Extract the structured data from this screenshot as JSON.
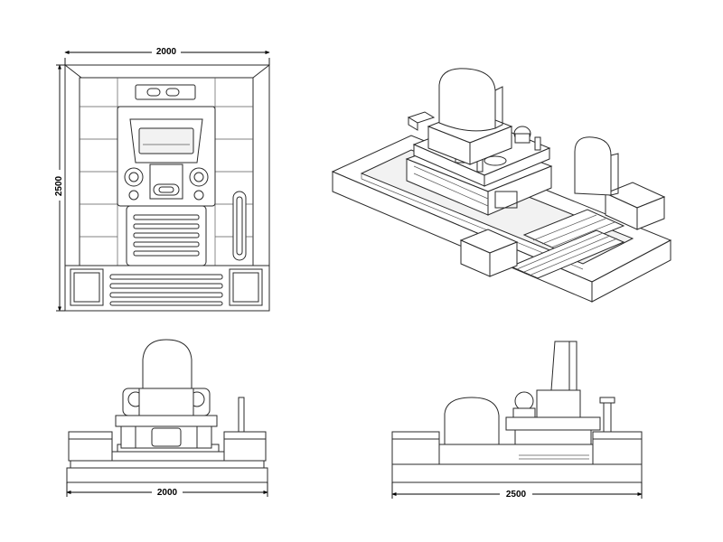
{
  "dimensions": {
    "plan_width": "2000",
    "plan_depth": "2500",
    "front_width": "2000",
    "side_width": "2500"
  }
}
